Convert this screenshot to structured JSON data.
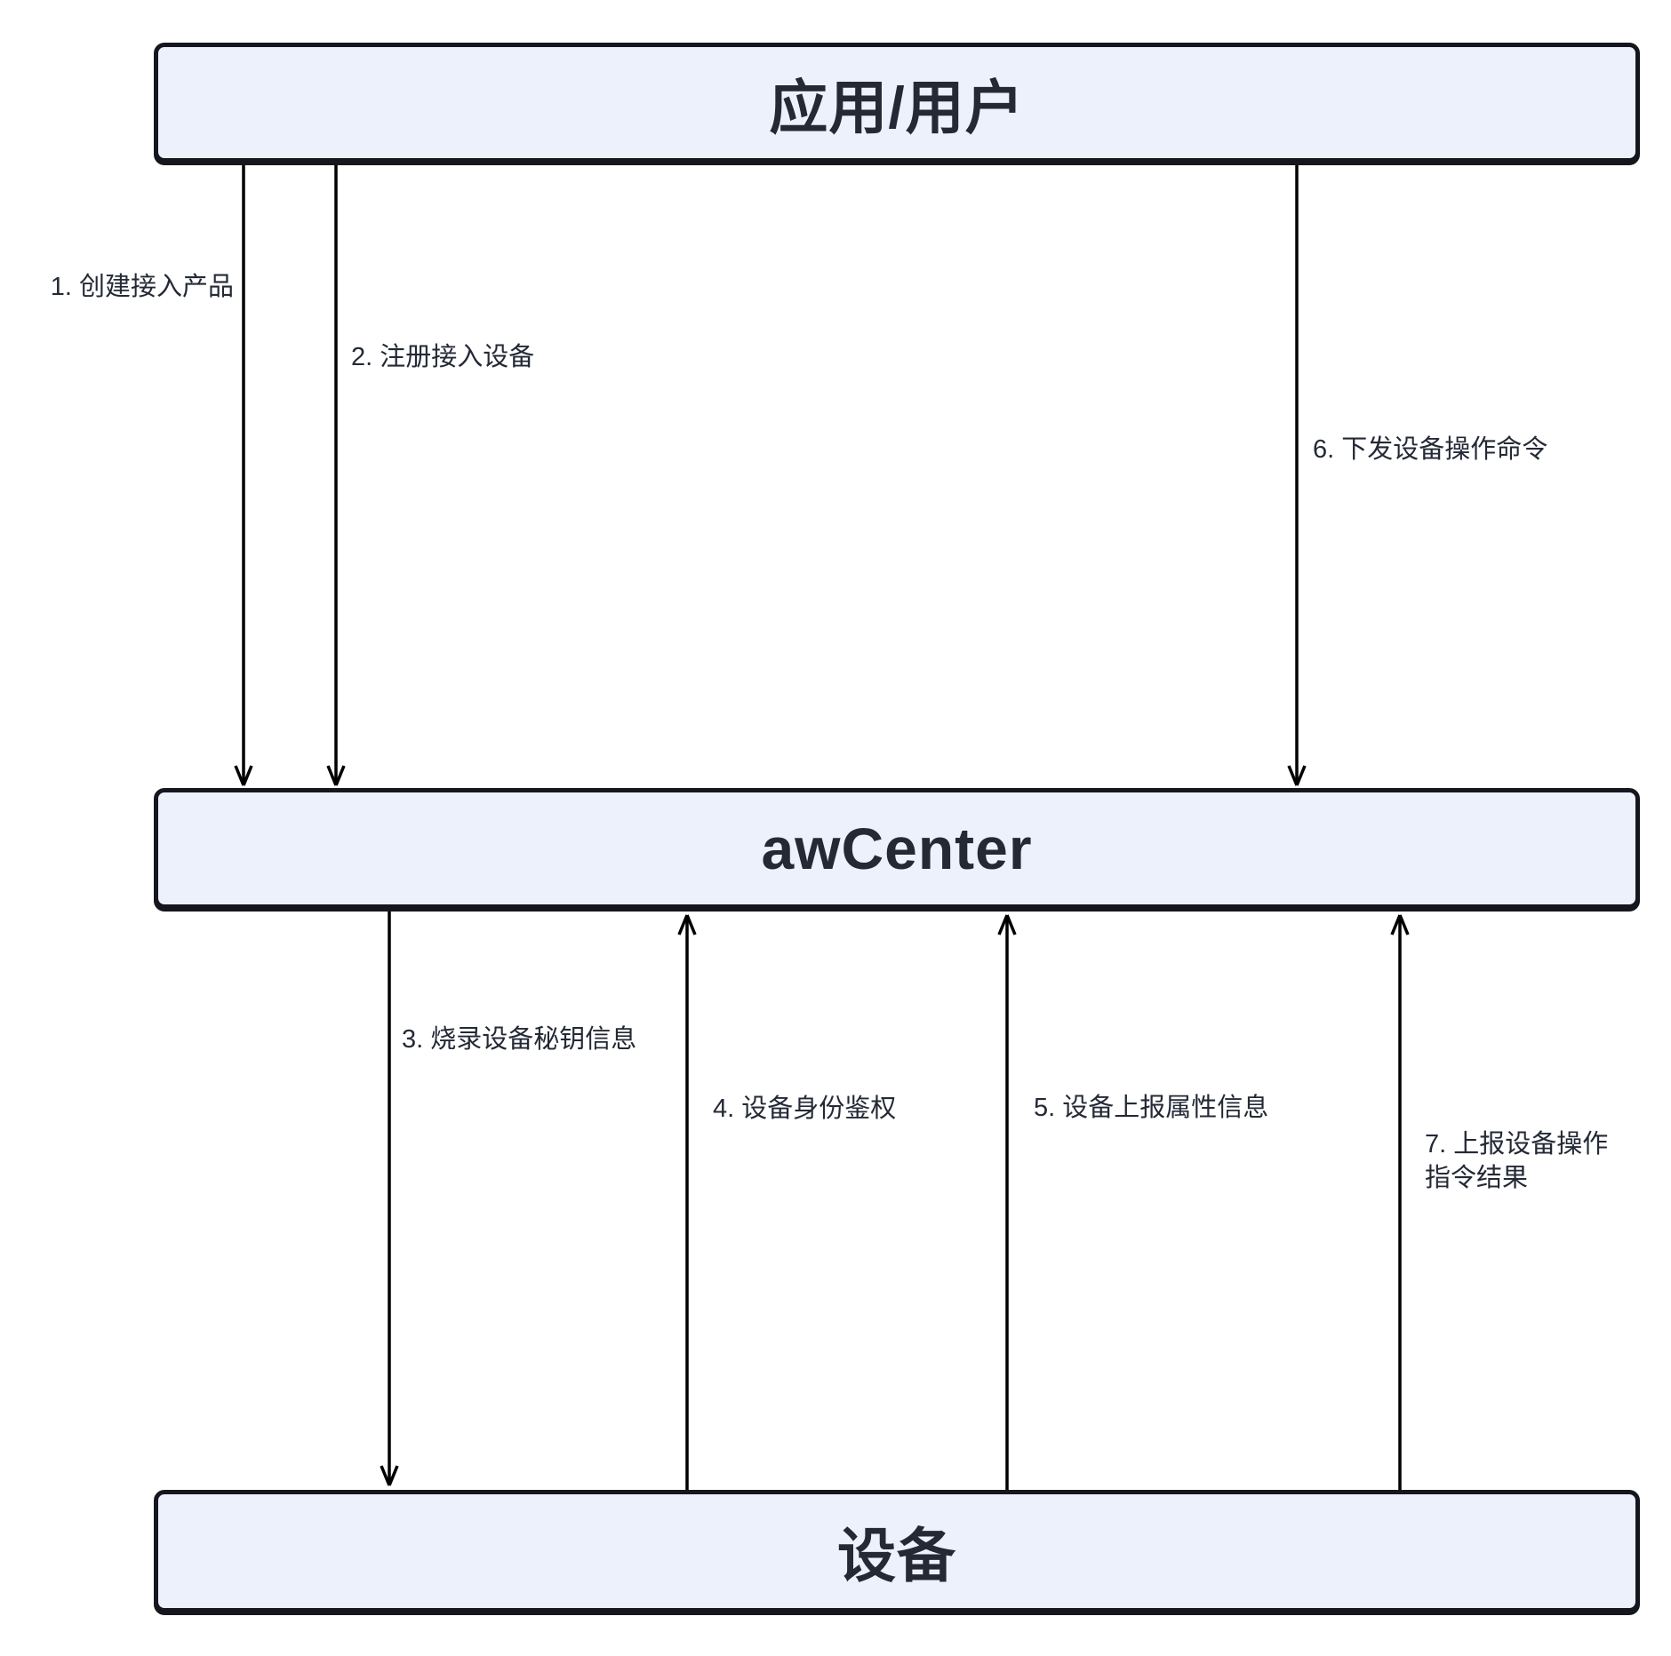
{
  "diagram": {
    "nodes": [
      {
        "id": "app-user",
        "label": "应用/用户"
      },
      {
        "id": "awcenter",
        "label": "awCenter"
      },
      {
        "id": "device",
        "label": "设备"
      }
    ],
    "edges": [
      {
        "label": "1. 创建接入产品",
        "from": "应用/用户",
        "to": "awCenter",
        "direction": "down"
      },
      {
        "label": "2. 注册接入设备",
        "from": "应用/用户",
        "to": "awCenter",
        "direction": "down"
      },
      {
        "label": "3. 烧录设备秘钥信息",
        "from": "awCenter",
        "to": "设备",
        "direction": "down"
      },
      {
        "label": "4. 设备身份鉴权",
        "from": "设备",
        "to": "awCenter",
        "direction": "up"
      },
      {
        "label": "5. 设备上报属性信息",
        "from": "设备",
        "to": "awCenter",
        "direction": "up"
      },
      {
        "label": "6. 下发设备操作命令",
        "from": "应用/用户",
        "to": "awCenter",
        "direction": "down"
      },
      {
        "label": "7. 上报设备操作指令结果",
        "from": "设备",
        "to": "awCenter",
        "direction": "up"
      }
    ],
    "colors": {
      "node_fill": "#edf1fb",
      "node_border": "#16161f",
      "text": "#242936",
      "arrow": "#000000"
    }
  }
}
